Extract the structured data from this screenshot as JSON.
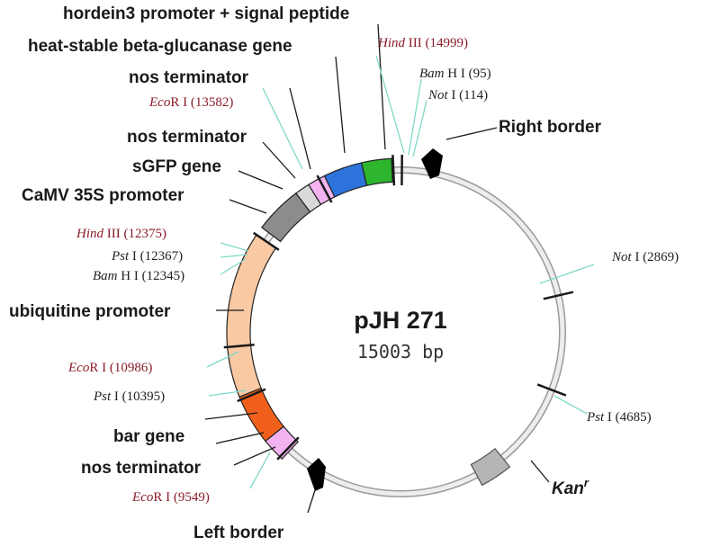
{
  "plasmid": {
    "name": "pJH 271",
    "size": "15003 bp"
  },
  "features": {
    "hordein3": "hordein3 promoter + signal peptide",
    "glucanase": "heat-stable beta-glucanase gene",
    "nos_top": "nos terminator",
    "nos_mid": "nos terminator",
    "sgfp": "sGFP gene",
    "camv": "CaMV 35S promoter",
    "ubiquitine": "ubiquitine promoter",
    "bar": "bar gene",
    "nos_bottom": "nos terminator",
    "right_border": "Right border",
    "left_border": "Left border",
    "kan": "Kan",
    "kan_sup": "r"
  },
  "sites": {
    "hind_14999": {
      "enzyme": "Hind",
      "rest": " III (14999)"
    },
    "bam_95": {
      "enzyme": "Bam",
      "rest": " H I (95)"
    },
    "not_114": {
      "enzyme": "Not",
      "rest": " I (114)"
    },
    "eco_13582": {
      "enzyme": "Eco",
      "rest": "R I (13582)"
    },
    "hind_12375": {
      "enzyme": "Hind",
      "rest": " III (12375)"
    },
    "pst_12367": {
      "enzyme": "Pst",
      "rest": " I (12367)"
    },
    "bam_12345": {
      "enzyme": "Bam",
      "rest": " H I (12345)"
    },
    "not_2869": {
      "enzyme": "Not",
      "rest": " I (2869)"
    },
    "eco_10986": {
      "enzyme": "Eco",
      "rest": "R I (10986)"
    },
    "pst_10395": {
      "enzyme": "Pst",
      "rest": " I (10395)"
    },
    "pst_4685": {
      "enzyme": "Pst",
      "rest": " I (4685)"
    },
    "eco_9549": {
      "enzyme": "Eco",
      "rest": "R I (9549)"
    }
  },
  "colors": {
    "hordein3": "#2db52d",
    "glucanase": "#2d73db",
    "nos_terminator": "#f2b3f0",
    "sgfp": "#d9d9d9",
    "camv": "#8c8c8c",
    "ubiquitine": "#f9c9a3",
    "bar": "#f0601c",
    "kan": "#b5b5b5",
    "site_red": "#8b1c2a",
    "site_black": "#222222",
    "leader_line": "#7fd9c9",
    "backbone": "#c9c9c9"
  }
}
